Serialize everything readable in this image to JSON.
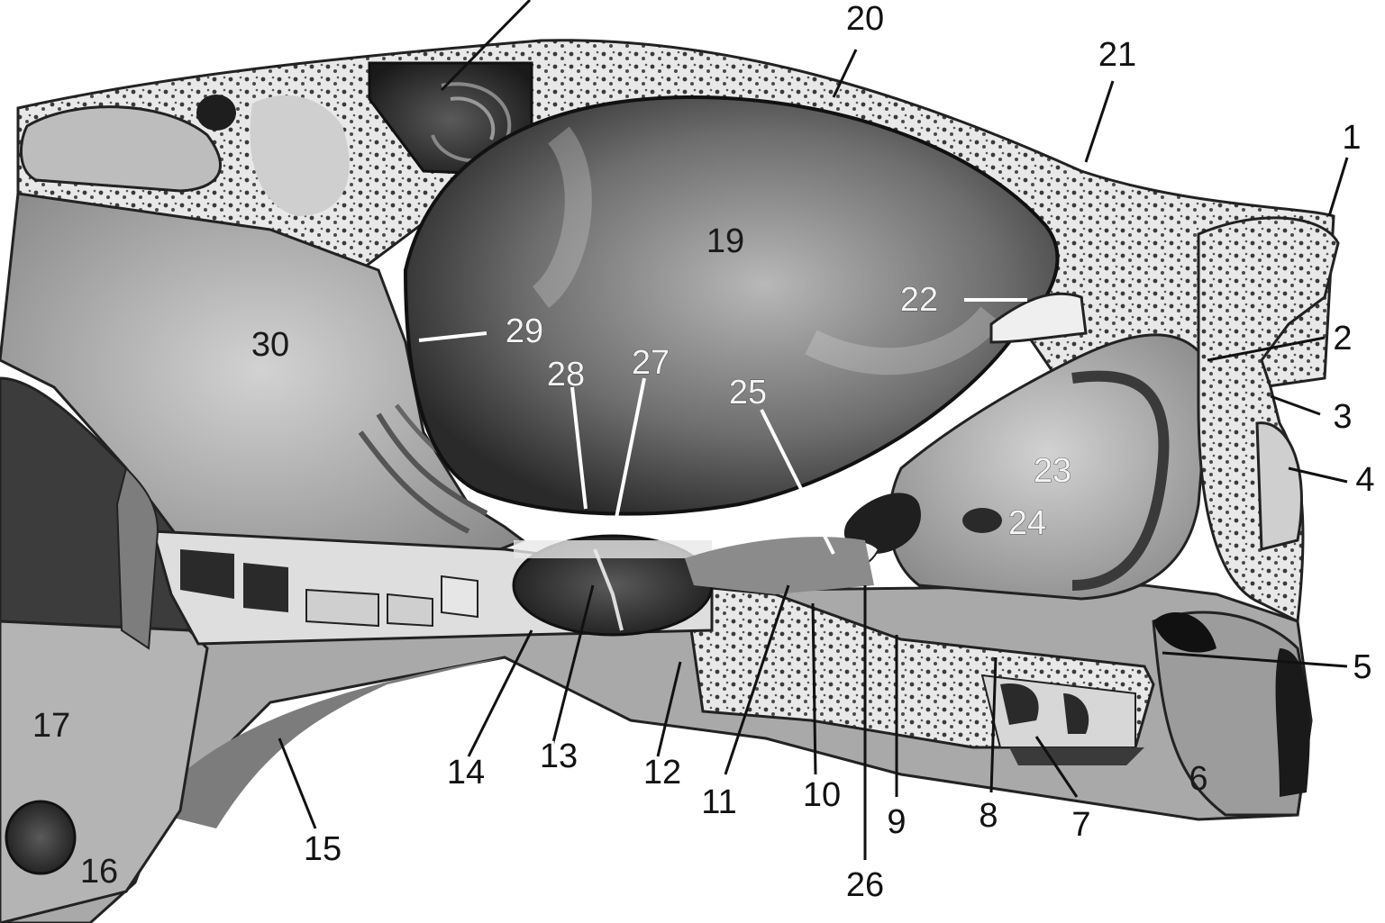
{
  "labels": [
    "1",
    "2",
    "3",
    "4",
    "5",
    "6",
    "7",
    "8",
    "9",
    "10",
    "11",
    "12",
    "13",
    "14",
    "15",
    "16",
    "17",
    "19",
    "20",
    "21",
    "22",
    "23",
    "24",
    "25",
    "26",
    "27",
    "28",
    "29",
    "30"
  ]
}
